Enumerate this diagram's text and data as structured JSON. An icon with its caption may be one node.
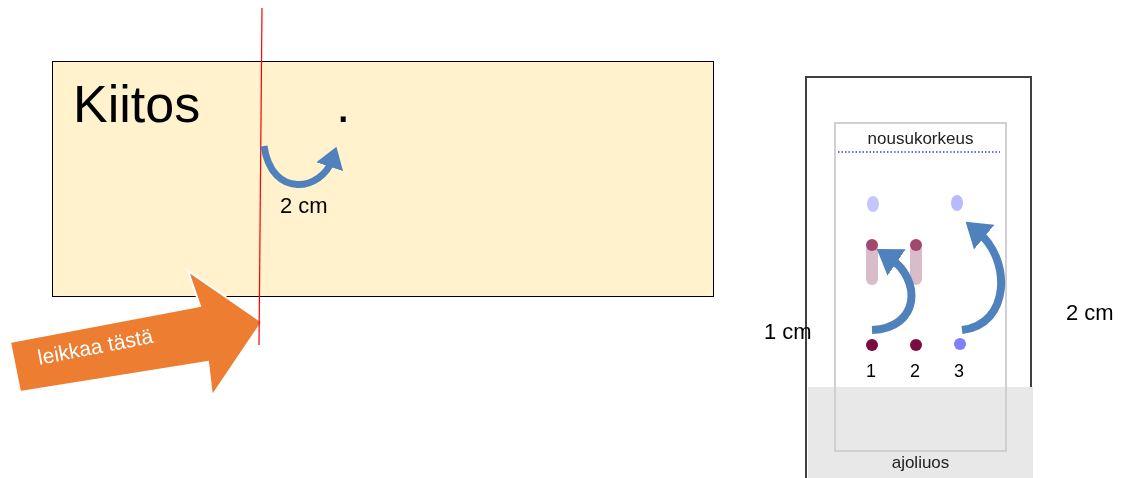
{
  "diagram": {
    "nodes": [
      {
        "text": [
          "Kiitos",
          "."
        ]
      },
      {
        "text": [
          "leikkaa tästä"
        ]
      },
      {
        "text": [],
        "shape": "box"
      },
      {
        "text": [
          "nousukorkeus"
        ],
        "in": 2
      },
      {
        "text": [
          "ajoliuos"
        ],
        "in": 2
      }
    ],
    "labels": [
      "2 cm",
      "2 cm",
      "1 cm",
      "1",
      "2",
      "3"
    ]
  }
}
